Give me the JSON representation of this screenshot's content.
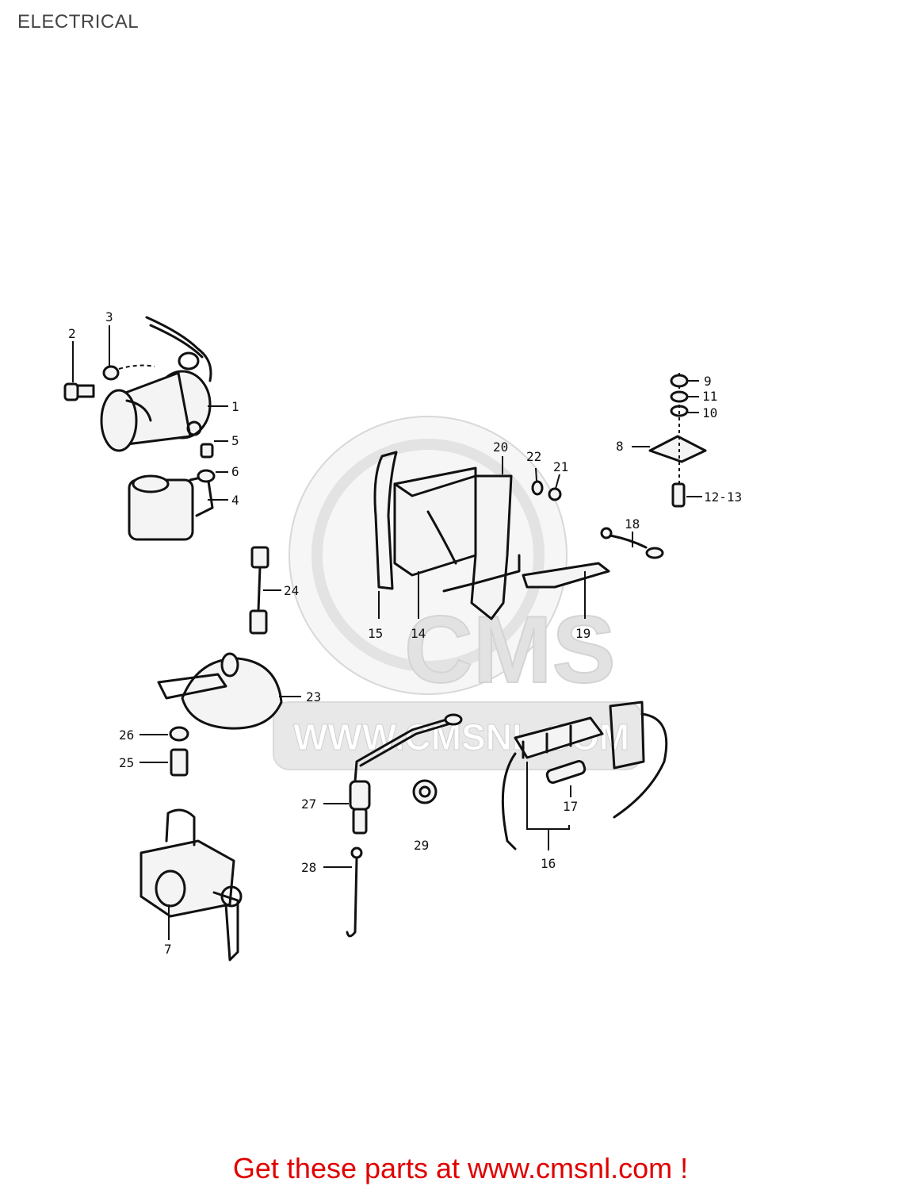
{
  "page_title": "ELECTRICAL",
  "footer": {
    "prefix": "Get these parts at ",
    "link_text": "www.cmsnl.com",
    "suffix": " !"
  },
  "watermark": {
    "brand": "CMS",
    "url": "WWW.CMSNL.COM"
  },
  "callouts": {
    "c1": "1",
    "c2": "2",
    "c3": "3",
    "c4": "4",
    "c5": "5",
    "c6": "6",
    "c7": "7",
    "c8": "8",
    "c9": "9",
    "c10": "10",
    "c11": "11",
    "c12_13": "12-13",
    "c14": "14",
    "c15": "15",
    "c16": "16",
    "c17": "17",
    "c18": "18",
    "c19": "19",
    "c20": "20",
    "c21": "21",
    "c22": "22",
    "c23": "23",
    "c24": "24",
    "c25": "25",
    "c26": "26",
    "c27": "27",
    "c28": "28",
    "c29": "29"
  },
  "colors": {
    "footer_text": "#e00000",
    "line_art": "#111111",
    "watermark": "#e6e6e6",
    "title_text": "#444444"
  }
}
